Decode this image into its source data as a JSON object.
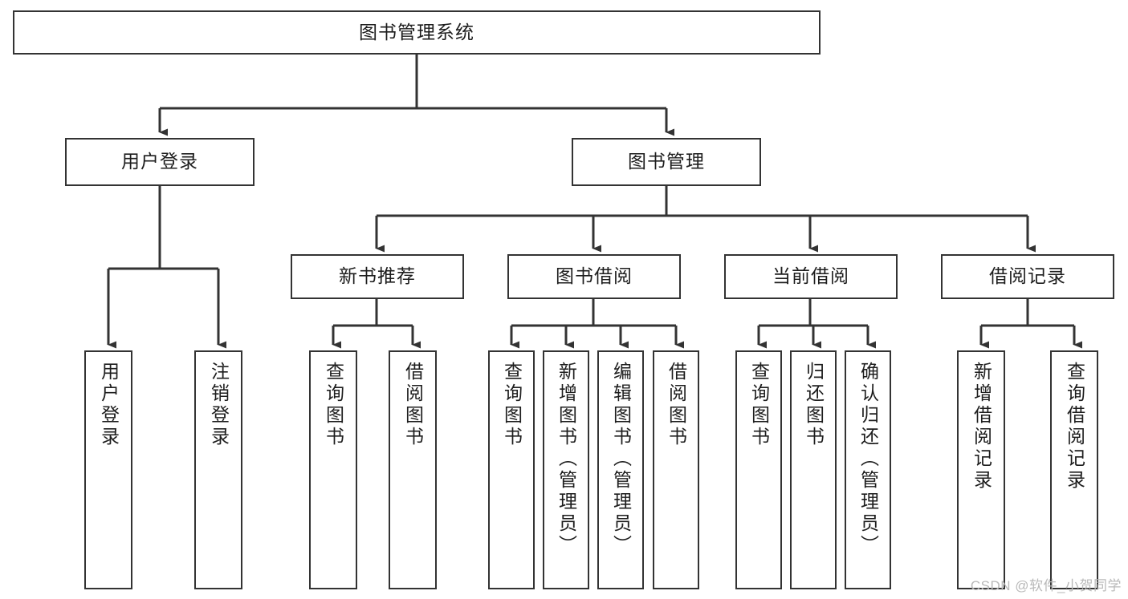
{
  "diagram": {
    "title": "图书管理系统",
    "type": "tree-hierarchy-chart",
    "watermark": "CSDN @软件_小贺同学",
    "colors": {
      "box_border": "#333333",
      "box_fill": "#ffffff",
      "edge": "#333333",
      "text": "#1d1d1d",
      "watermark": "#b9b9b9",
      "background": "#ffffff"
    },
    "levels": {
      "root": {
        "label": "图书管理系统"
      },
      "level2": [
        {
          "label": "用户登录"
        },
        {
          "label": "图书管理"
        }
      ],
      "level3": [
        {
          "label": "新书推荐"
        },
        {
          "label": "图书借阅"
        },
        {
          "label": "当前借阅"
        },
        {
          "label": "借阅记录"
        }
      ],
      "leaves_user_login": [
        {
          "label": "用户登录"
        },
        {
          "label": "注销登录"
        }
      ],
      "leaves_new_book": [
        {
          "label": "查询图书"
        },
        {
          "label": "借阅图书"
        }
      ],
      "leaves_borrow": [
        {
          "label": "查询图书"
        },
        {
          "label": "新增图书（管理员）"
        },
        {
          "label": "编辑图书（管理员）"
        },
        {
          "label": "借阅图书"
        }
      ],
      "leaves_current": [
        {
          "label": "查询图书"
        },
        {
          "label": "归还图书"
        },
        {
          "label": "确认归还（管理员）"
        }
      ],
      "leaves_record": [
        {
          "label": "新增借阅记录"
        },
        {
          "label": "查询借阅记录"
        }
      ]
    }
  }
}
